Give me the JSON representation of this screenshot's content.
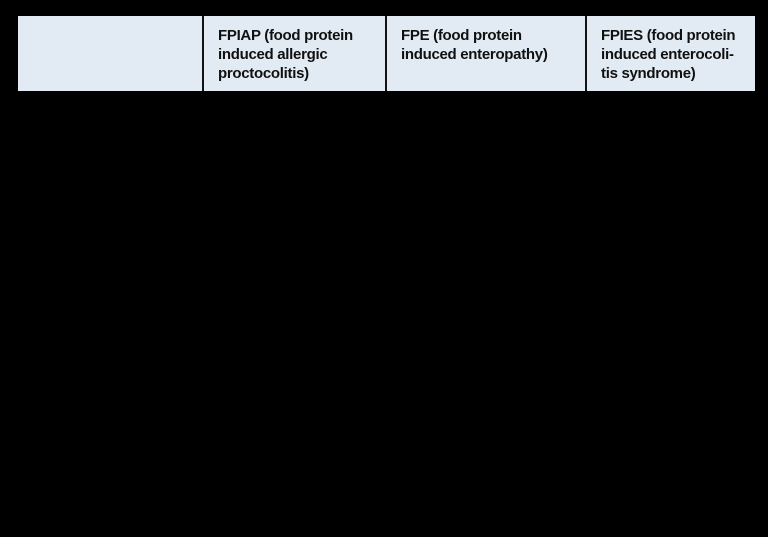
{
  "page": {
    "background_color": "#000000"
  },
  "table": {
    "header_row": {
      "background_color": "#e2ebf3",
      "divider_color": "#121212",
      "text_color": "#101010",
      "columns": [
        {
          "id": "blank",
          "label": "",
          "lines": []
        },
        {
          "id": "fpiap",
          "label": "FPIAP (food protein induced allergic proctocolitis)",
          "lines": [
            "FPIAP (food protein",
            "induced allergic",
            "proctocolitis)"
          ]
        },
        {
          "id": "fpe",
          "label": "FPE (food protein induced enteropathy)",
          "lines": [
            "FPE (food protein",
            "induced enteropathy)"
          ]
        },
        {
          "id": "fpies",
          "label": "FPIES (food protein induced enterocolitis syndrome)",
          "lines": [
            "FPIES (food protein",
            "induced enterocoli-",
            "tis syndrome)"
          ]
        }
      ]
    }
  }
}
